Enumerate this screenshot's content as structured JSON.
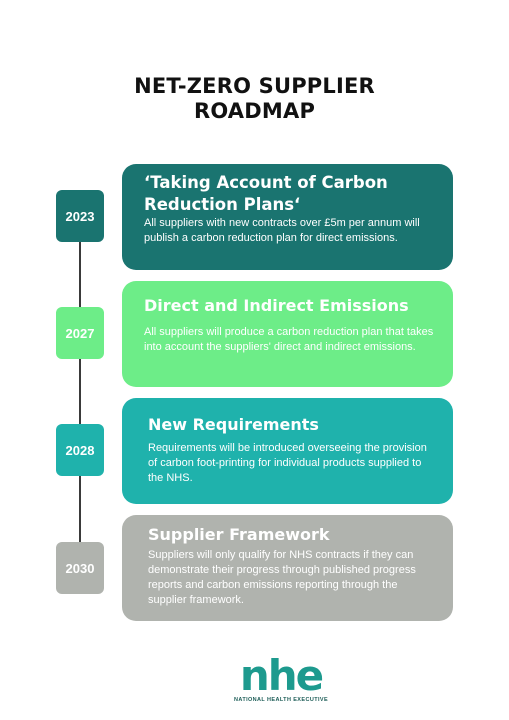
{
  "title": {
    "line1": "NET-ZERO SUPPLIER",
    "line2": "ROADMAP"
  },
  "milestones": [
    {
      "year": "2023",
      "title_line1": "‘Taking Account of Carbon",
      "title_line2": "Reduction Plans‘",
      "description": "All suppliers with new contracts over £5m per annum will publish a carbon reduction plan for direct emissions.",
      "color": "#1a7470"
    },
    {
      "year": "2027",
      "title_line1": "Direct and Indirect Emissions",
      "description": "All suppliers will produce a carbon reduction plan that takes into account the suppliers' direct and indirect emissions.",
      "color": "#6ded88"
    },
    {
      "year": "2028",
      "title_line1": "New Requirements",
      "description": "Requirements will be introduced overseeing the provision of carbon foot-printing for individual products supplied to the NHS.",
      "color": "#1fb2ac"
    },
    {
      "year": "2030",
      "title_line1": "Supplier Framework",
      "description": "Suppliers will only qualify for NHS contracts if they can demonstrate their progress through published progress reports and carbon emissions reporting through the supplier framework.",
      "color": "#b0b3ae"
    }
  ],
  "logo": {
    "mark": "nhe",
    "name": "NATIONAL HEALTH EXECUTIVE",
    "color": "#1d9a8e"
  }
}
